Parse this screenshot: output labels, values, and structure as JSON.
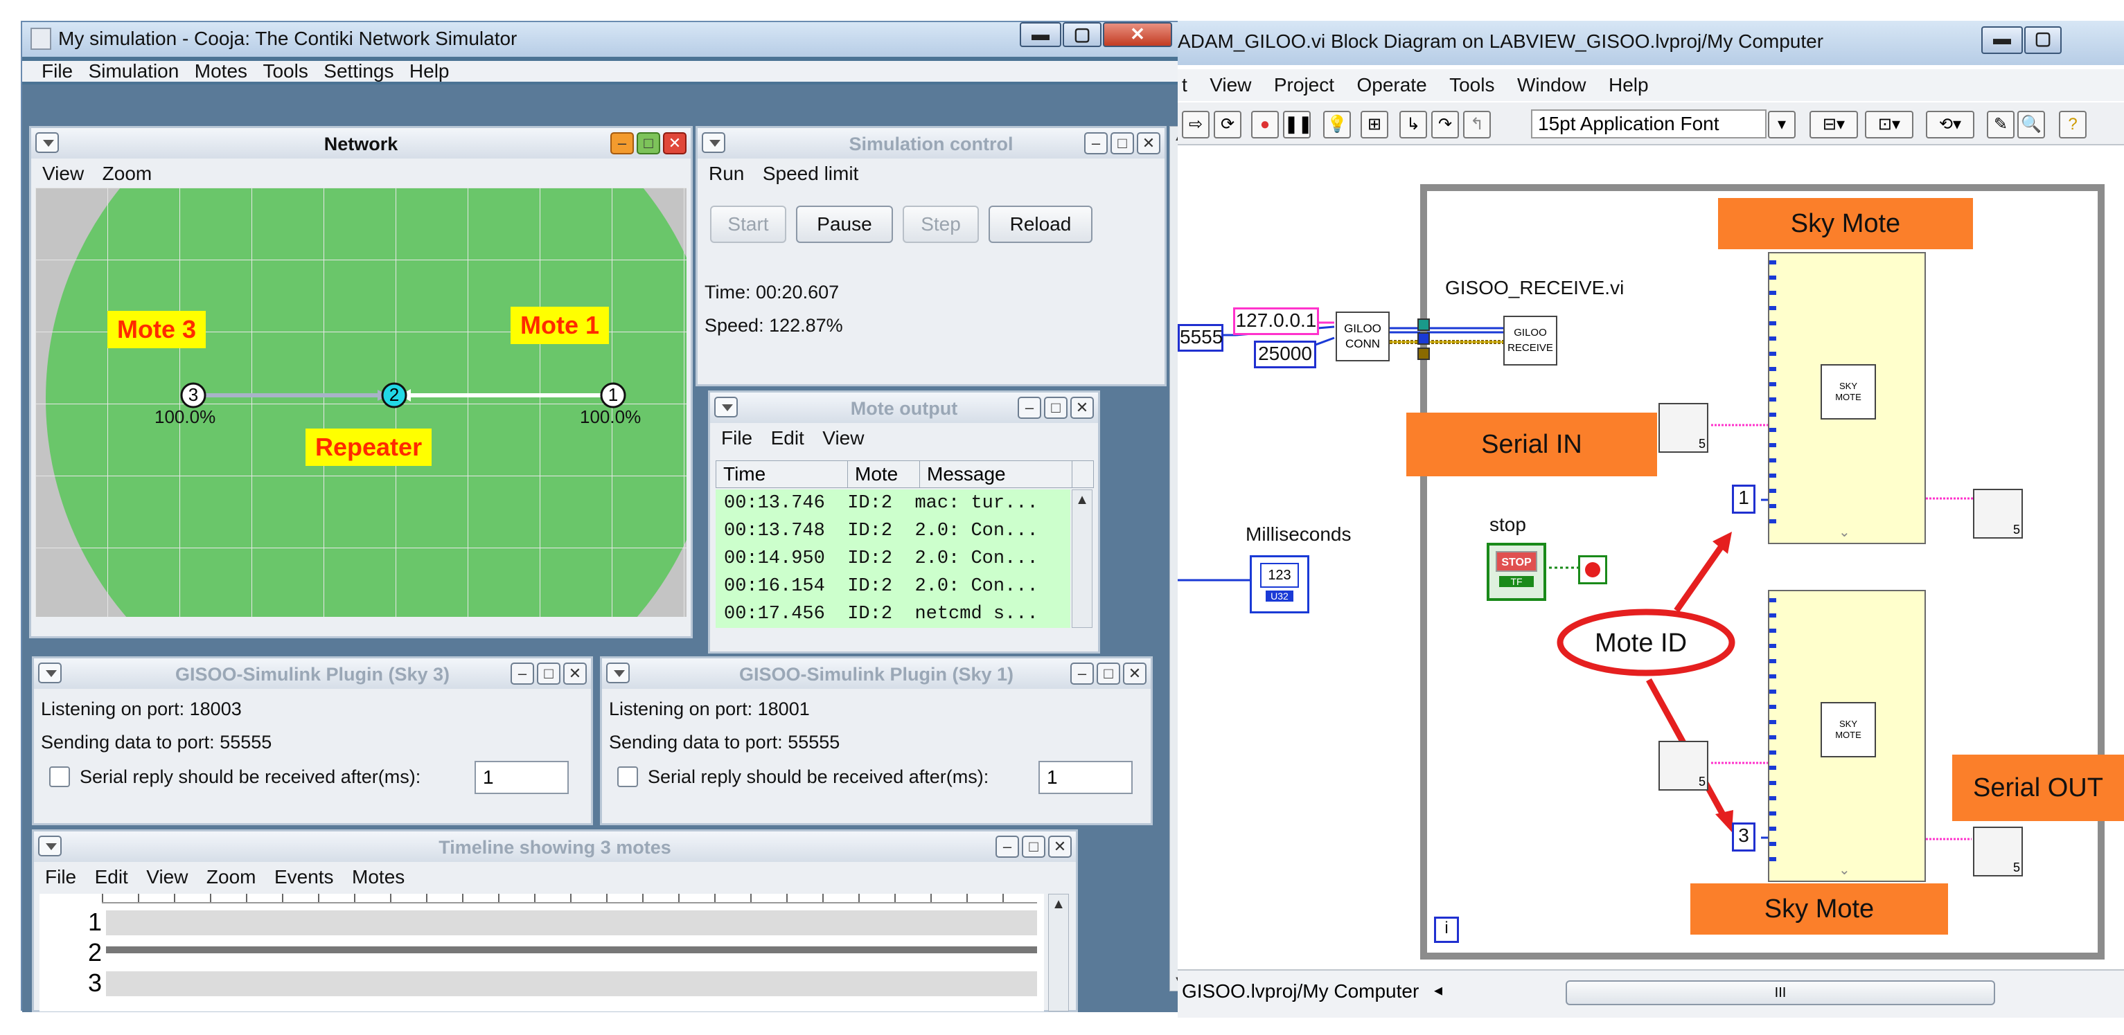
{
  "cooja": {
    "title": "My simulation - Cooja: The Contiki Network Simulator",
    "menu": [
      "File",
      "Simulation",
      "Motes",
      "Tools",
      "Settings",
      "Help"
    ],
    "network": {
      "title": "Network",
      "menu": [
        "View",
        "Zoom"
      ],
      "motes": [
        {
          "id": "1",
          "label": "Mote 1",
          "pct": "100.0%"
        },
        {
          "id": "2",
          "label": "Repeater",
          "pct": ""
        },
        {
          "id": "3",
          "label": "Mote 3",
          "pct": "100.0%"
        }
      ],
      "colors": {
        "range": "#6ac66a",
        "background": "#c4c4c4",
        "mote2": "#22d8e6"
      }
    },
    "sim_control": {
      "title": "Simulation control",
      "menu": [
        "Run",
        "Speed limit"
      ],
      "buttons": {
        "start": "Start",
        "pause": "Pause",
        "step": "Step",
        "reload": "Reload"
      },
      "time": "Time: 00:20.607",
      "speed": "Speed: 122.87%"
    },
    "mote_output": {
      "title": "Mote output",
      "menu": [
        "File",
        "Edit",
        "View"
      ],
      "columns": [
        "Time",
        "Mote",
        "Message"
      ],
      "rows": [
        {
          "time": "00:13.746",
          "mote": "ID:2",
          "message": "mac: tur..."
        },
        {
          "time": "00:13.748",
          "mote": "ID:2",
          "message": "2.0: Con..."
        },
        {
          "time": "00:14.950",
          "mote": "ID:2",
          "message": "2.0: Con..."
        },
        {
          "time": "00:16.154",
          "mote": "ID:2",
          "message": "2.0: Con..."
        },
        {
          "time": "00:17.456",
          "mote": "ID:2",
          "message": "netcmd s..."
        }
      ]
    },
    "plugin_sky3": {
      "title": "GISOO-Simulink Plugin (Sky 3)",
      "listening": "Listening on port: 18003",
      "sending": "Sending data to port: 55555",
      "checkbox_label": "Serial reply should be received after(ms):",
      "value": "1"
    },
    "plugin_sky1": {
      "title": "GISOO-Simulink Plugin (Sky 1)",
      "listening": "Listening on port: 18001",
      "sending": "Sending data to port: 55555",
      "checkbox_label": "Serial reply should be received after(ms):",
      "value": "1"
    },
    "timeline": {
      "title": "Timeline showing 3 motes",
      "menu": [
        "File",
        "Edit",
        "View",
        "Zoom",
        "Events",
        "Motes"
      ],
      "rows": [
        "1",
        "2",
        "3"
      ]
    }
  },
  "labview": {
    "title": "ADAM_GILOO.vi Block Diagram on LABVIEW_GISOO.lvproj/My Computer",
    "menu": [
      "t",
      "View",
      "Project",
      "Operate",
      "Tools",
      "Window",
      "Help"
    ],
    "font_selector": "15pt Application Font",
    "diagram": {
      "port_left": "5555",
      "ip": "127.0.0.1",
      "port_right": "25000",
      "giloo_conn": [
        "GILOO",
        "CONN"
      ],
      "gisoo_receive_label": "GISOO_RECEIVE.vi",
      "giloo_receive": [
        "GILOO",
        "RECEIVE"
      ],
      "milliseconds_label": "Milliseconds",
      "ms_icon": "123",
      "ms_type": "U32",
      "stop_label": "stop",
      "stop_button": "STOP",
      "stop_tf": "TF",
      "serial_in": "Serial IN",
      "serial_out": "Serial OUT",
      "sky_mote_top": "Sky Mote",
      "sky_mote_bottom": "Sky Mote",
      "sky_inner": [
        "SKY",
        "MOTE"
      ],
      "mote_id": "Mote ID",
      "const_1": "1",
      "const_3": "3",
      "info_icon": "i",
      "wave_subscript": "5"
    },
    "status_path": "GISOO.lvproj/My Computer",
    "scroll_grip": "III"
  }
}
